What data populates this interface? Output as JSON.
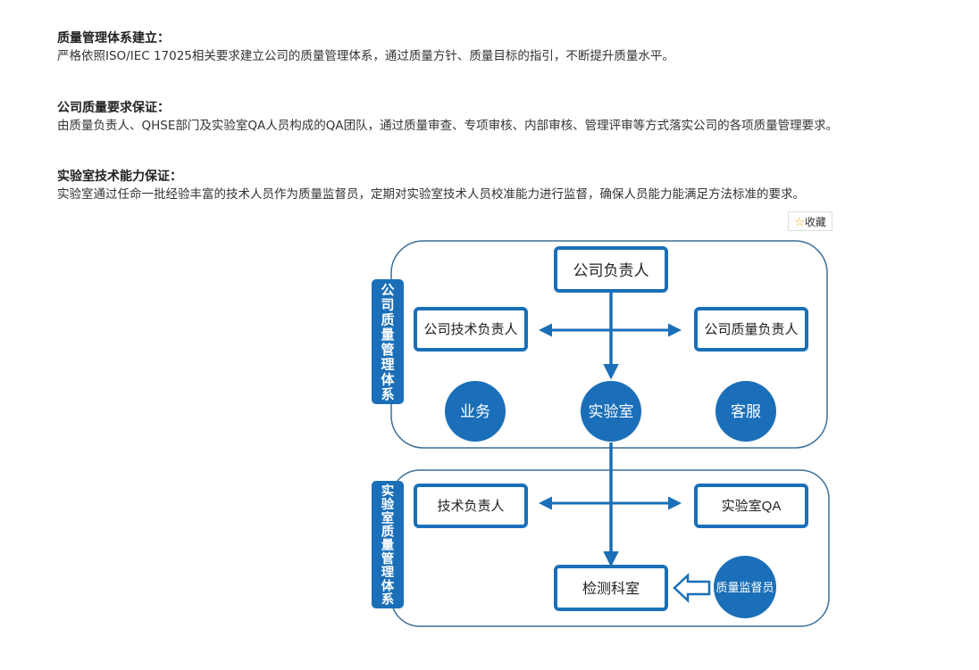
{
  "sections": [
    {
      "heading": "质量管理体系建立：",
      "body": "严格依照ISO/IEC 17025相关要求建立公司的质量管理体系，通过质量方针、质量目标的指引，不断提升质量水平。"
    },
    {
      "heading": "公司质量要求保证：",
      "body": "由质量负责人、QHSE部门及实验室QA人员构成的QA团队，通过质量审查、专项审核、内部审核、管理评审等方式落实公司的各项质量管理要求。"
    },
    {
      "heading": "实验室技术能力保证：",
      "body": "实验室通过任命一批经验丰富的技术人员作为质量监督员，定期对实验室技术人员校准能力进行监督，确保人员能力能满足方法标准的要求。"
    }
  ],
  "favorite_button": {
    "icon": "star-icon",
    "label": "收藏"
  },
  "diagram": {
    "colors": {
      "primary": "#1a6fb8",
      "frame": "#3d6f97"
    },
    "company_system": {
      "label": "公司质量管理体系",
      "head": "公司负责人",
      "left": "公司技术负责人",
      "right": "公司质量负责人",
      "circles": [
        "业务",
        "实验室",
        "客服"
      ]
    },
    "lab_system": {
      "label": "实验室质量管理体系",
      "left": "技术负责人",
      "right": "实验室QA",
      "bottom": "检测科室",
      "supervisor": "质量监督员"
    }
  }
}
